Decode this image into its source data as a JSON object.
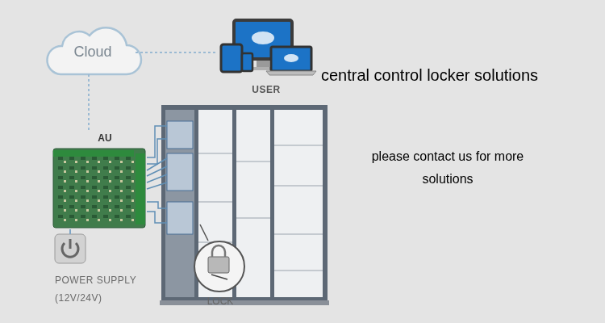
{
  "diagram": {
    "nodes": [
      {
        "text": [
          "Cloud"
        ]
      },
      {
        "text": [
          "USER"
        ]
      },
      {
        "text": [
          "AU"
        ]
      },
      {
        "text": [
          "POWER SUPPLY (12V/24V)"
        ]
      },
      {
        "text": [
          "LOCK"
        ]
      }
    ],
    "edges": [
      {
        "from": 0,
        "to": 1,
        "arrow": "none"
      },
      {
        "from": 0,
        "to": 2,
        "arrow": "none"
      },
      {
        "from": 2,
        "to": 3,
        "arrow": "none"
      }
    ],
    "labels": [
      "central control locker solutions",
      "please contact us for more solutions"
    ]
  }
}
